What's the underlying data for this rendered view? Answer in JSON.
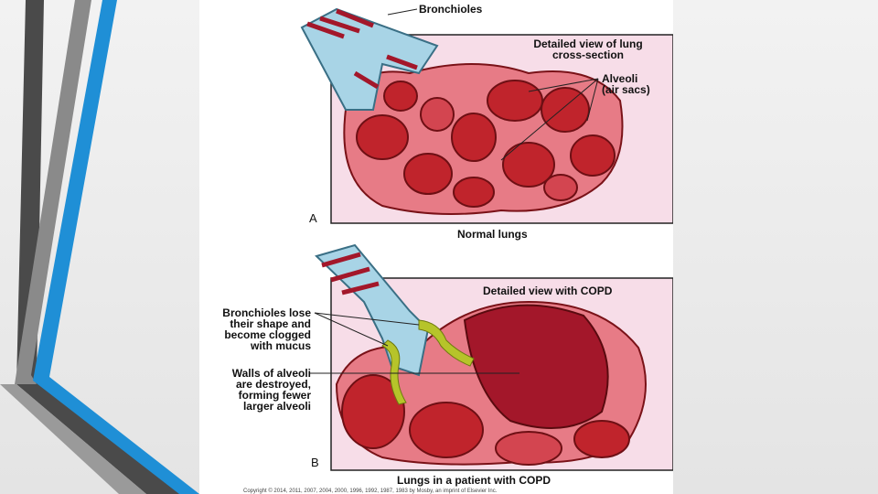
{
  "colors": {
    "slide_background": "#ececec",
    "accent_blue": "#1f8fd6",
    "accent_dark": "#444444",
    "panel_pink": "#f7dde8",
    "tissue_red": "#c0242c",
    "bronchiole_blue": "#a8d4e6",
    "mucus_green": "#b6c42a"
  },
  "figure": {
    "panel_a": {
      "letter": "A",
      "caption": "Normal lungs",
      "label_bronchioles": "Bronchioles",
      "box_title_line1": "Detailed view of lung",
      "box_title_line2": "cross-section",
      "label_alveoli_line1": "Alveoli",
      "label_alveoli_line2": "(air sacs)"
    },
    "panel_b": {
      "letter": "B",
      "caption": "Lungs in a patient with COPD",
      "box_title": "Detailed view with COPD",
      "label_bronchioles_line1": "Bronchioles lose",
      "label_bronchioles_line2": "their shape and",
      "label_bronchioles_line3": "become clogged",
      "label_bronchioles_line4": "with mucus",
      "label_walls_line1": "Walls of alveoli",
      "label_walls_line2": "are destroyed,",
      "label_walls_line3": "forming fewer",
      "label_walls_line4": "larger alveoli"
    },
    "copyright": "Copyright © 2014, 2011, 2007, 2004, 2000, 1996, 1992, 1987, 1983 by Mosby, an imprint of Elsevier Inc."
  }
}
